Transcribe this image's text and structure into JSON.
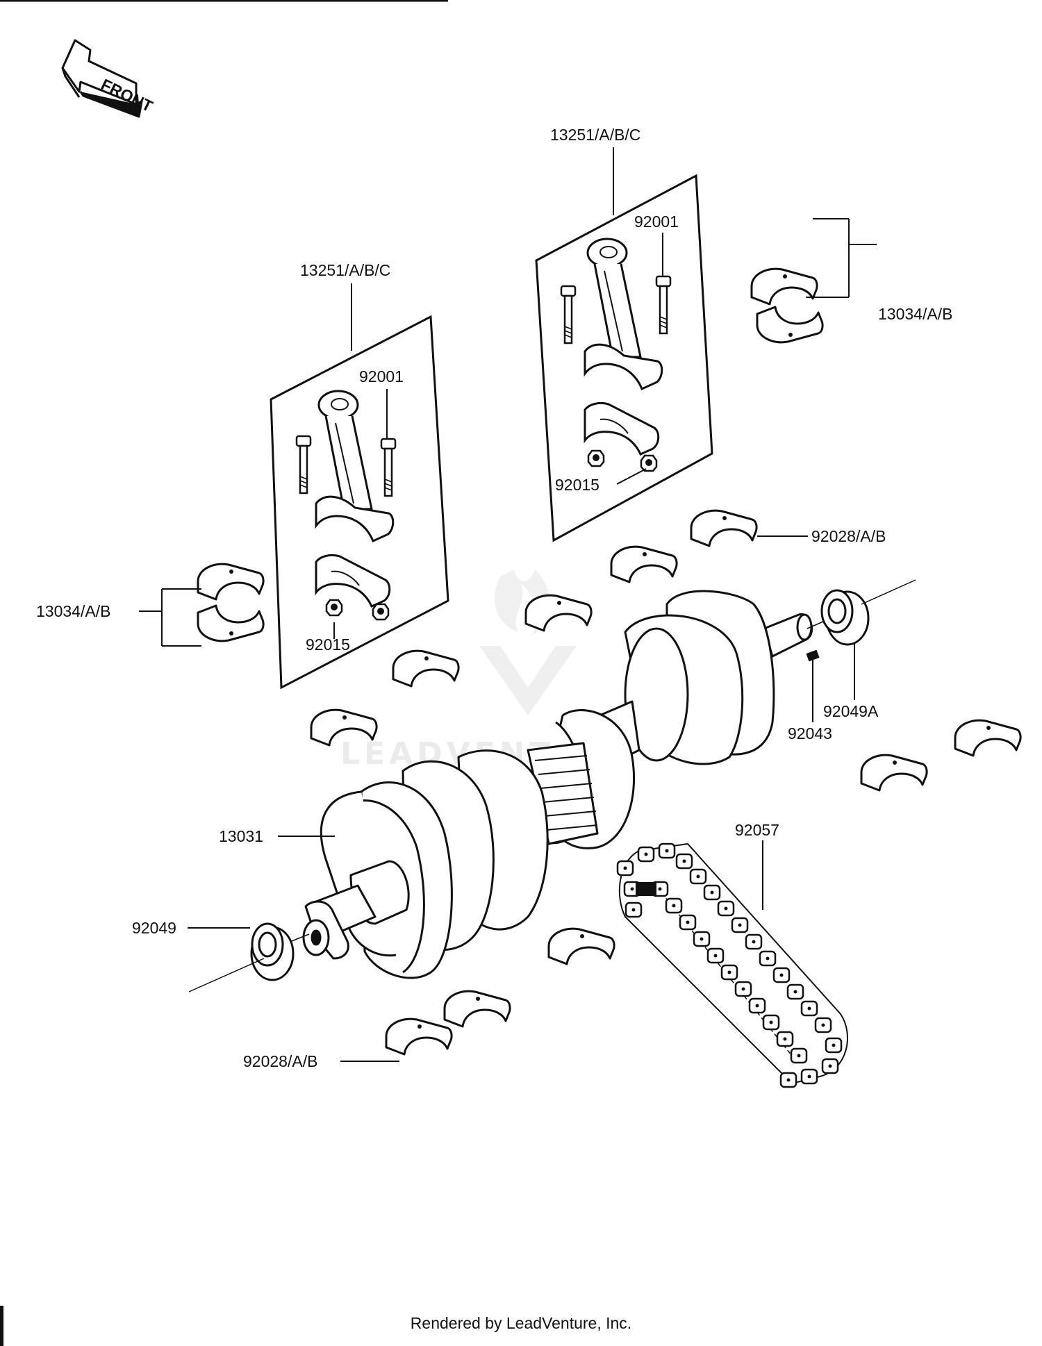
{
  "direction_tag": "FRONT",
  "watermark_brand": "LEADVENTURE",
  "callouts": {
    "conrod_left": "13251/A/B/C",
    "conrod_right": "13251/A/B/C",
    "bolt_left": "92001",
    "bolt_right": "92001",
    "nut_left": "92015",
    "nut_right": "92015",
    "bigend_left": "13034/A/B",
    "bigend_right": "13034/A/B",
    "main_upper": "92028/A/B",
    "main_lower": "92028/A/B",
    "seal_right": "92049A",
    "key": "92043",
    "crankshaft": "13031",
    "chain": "92057",
    "seal_left": "92049"
  },
  "footer": "Rendered by LeadVenture, Inc."
}
